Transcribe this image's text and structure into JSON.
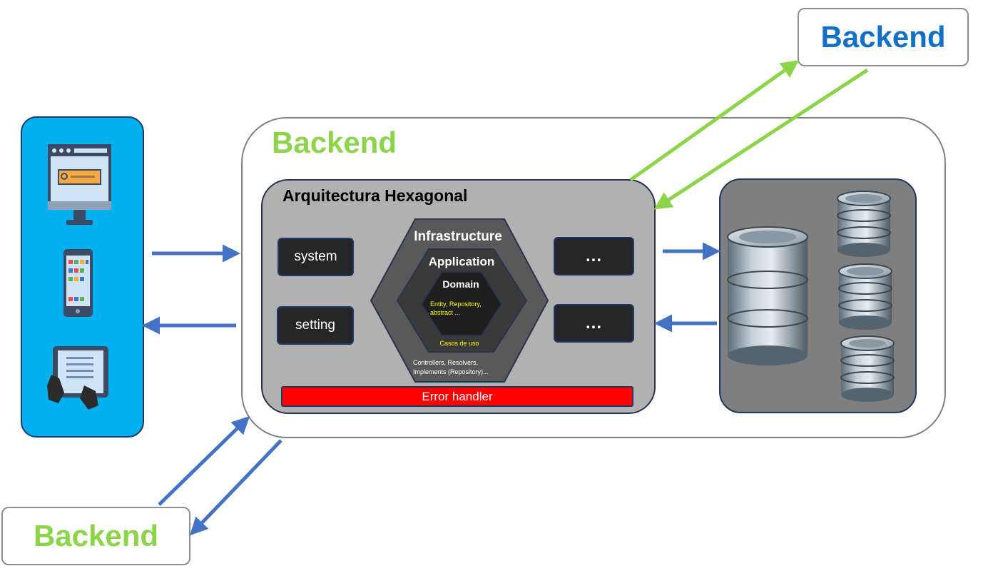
{
  "outer": {
    "title": "Backend"
  },
  "hexagonal": {
    "title": "Arquitectura Hexagonal",
    "left_buttons": [
      "system",
      "setting"
    ],
    "right_buttons": [
      "...",
      "..."
    ],
    "layers": {
      "infrastructure": "Infrastructure",
      "application": "Application",
      "domain": "Domain",
      "domain_detail_line1": "Entity, Repository,",
      "domain_detail_line2": "abstract ...",
      "use_cases": "Casos de uso",
      "infra_detail_line1": "Controllers, Resolvers,",
      "infra_detail_line2": "Implements (Repository)..."
    },
    "error_handler": "Error handler"
  },
  "external": {
    "top_backend": "Backend",
    "bottom_backend": "Backend"
  },
  "clients": {
    "icons": [
      "desktop-monitor-icon",
      "smartphone-icon",
      "tablet-hands-icon"
    ]
  },
  "databases": {
    "icons": [
      "database-large-icon",
      "database-small-icon",
      "database-small-icon",
      "database-small-icon"
    ]
  },
  "colors": {
    "backend_green": "#8cd44a",
    "backend_blue": "#1270c6",
    "arrow_blue": "#4472c4",
    "arrow_green": "#8cd44a",
    "client_panel": "#00b0f0",
    "error_red": "#ff0000",
    "domain_text_yellow": "#ffff00"
  }
}
